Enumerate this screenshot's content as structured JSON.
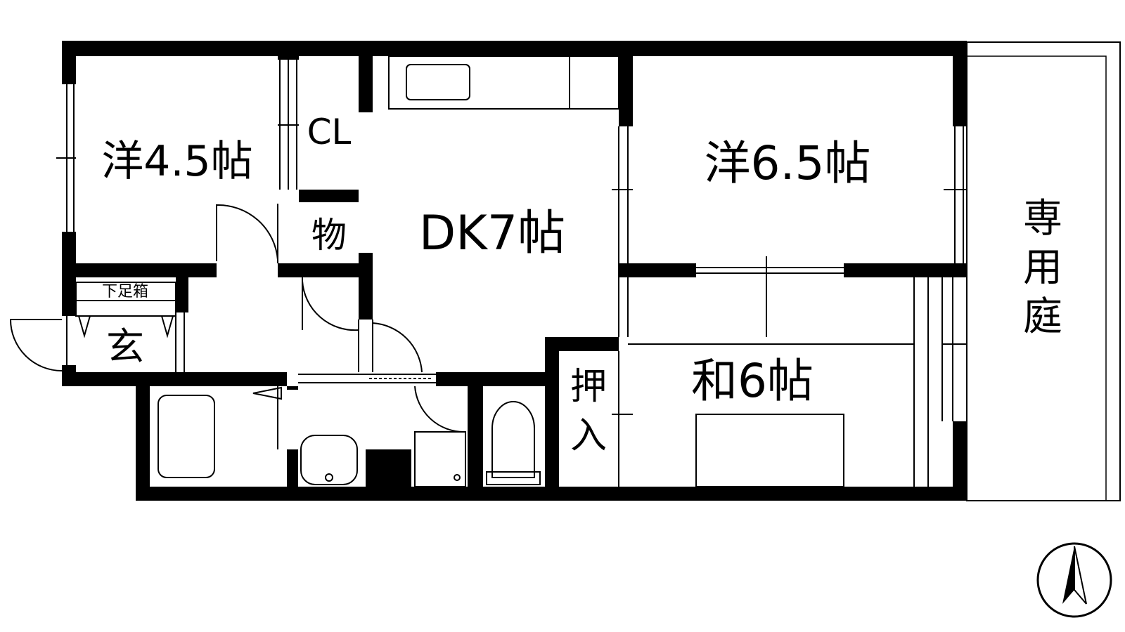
{
  "rooms": {
    "western_small": "洋4.5帖",
    "closet": "CL",
    "storage": "物",
    "dining_kitchen": "DK7帖",
    "western_large": "洋6.5帖",
    "japanese": "和6帖",
    "oshiire_top": "押",
    "oshiire_bottom": "入",
    "private_garden_1": "専",
    "private_garden_2": "用",
    "private_garden_3": "庭",
    "shoe_box": "下足箱",
    "entrance": "玄"
  },
  "compass": {
    "direction": "north"
  }
}
